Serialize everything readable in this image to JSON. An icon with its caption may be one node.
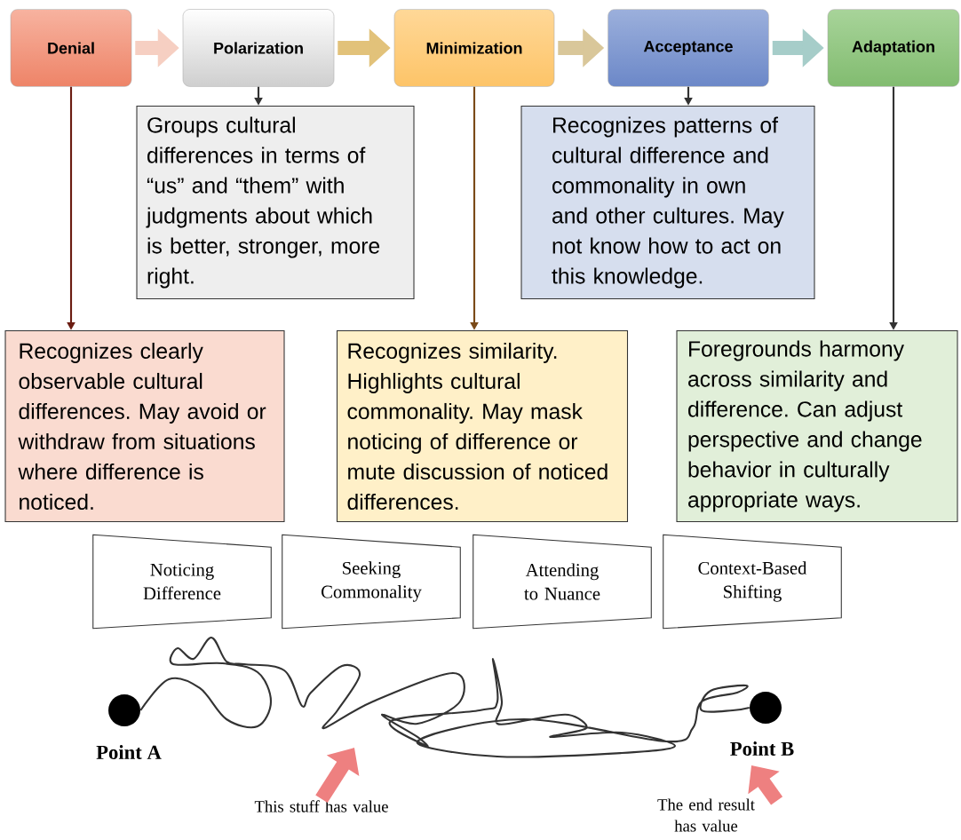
{
  "diagram": {
    "nodes": [
      {
        "text": [
          "Denial"
        ]
      },
      {
        "text": [
          "Polarization"
        ]
      },
      {
        "text": [
          "Minimization"
        ]
      },
      {
        "text": [
          "Acceptance"
        ]
      },
      {
        "text": [
          "Adaptation"
        ]
      },
      {
        "text": [
          "Groups cultural differences in terms of “us” and “them” with judgments about which is better, stronger, more right."
        ]
      },
      {
        "text": [
          "Recognizes patterns of cultural difference and commonality in own and other cultures. May not know how to act on this knowledge."
        ]
      },
      {
        "text": [
          "Recognizes clearly observable cultural differences. May avoid or withdraw from situations where difference is noticed."
        ]
      },
      {
        "text": [
          "Recognizes similarity. Highlights cultural commonality. May mask noticing of difference or mute discussion of noticed differences."
        ]
      },
      {
        "text": [
          "Foregrounds harmony across similarity and difference. Can adjust perspective and change behavior in culturally appropriate ways."
        ]
      },
      {
        "text": [
          "Noticing Difference"
        ]
      },
      {
        "text": [
          "Seeking Commonality"
        ]
      },
      {
        "text": [
          "Attending to Nuance"
        ]
      },
      {
        "text": [
          "Context-Based Shifting"
        ]
      },
      {
        "text": [],
        "shape": "circle",
        "beside": [
          "Point A"
        ]
      },
      {
        "text": [],
        "shape": "circle",
        "beside": [
          "Point B"
        ]
      },
      {
        "text": [
          "This stuff has value"
        ]
      },
      {
        "text": [
          "The end result has value"
        ]
      }
    ],
    "edges": [
      {
        "from": 0,
        "to": 1,
        "arrow": "to",
        "style": "thick",
        "color": "#f6cfc2"
      },
      {
        "from": 1,
        "to": 2,
        "arrow": "to",
        "style": "thick",
        "color": "#e2c27a"
      },
      {
        "from": 2,
        "to": 3,
        "arrow": "to",
        "style": "thick",
        "color": "#d9c79a"
      },
      {
        "from": 3,
        "to": 4,
        "arrow": "to",
        "style": "thick",
        "color": "#a6cdc9"
      },
      {
        "from": 0,
        "to": 7,
        "arrow": "to",
        "color": "#6b1d12"
      },
      {
        "from": 1,
        "to": 5,
        "arrow": "to"
      },
      {
        "from": 2,
        "to": 8,
        "arrow": "to",
        "color": "#7a4a18"
      },
      {
        "from": 3,
        "to": 6,
        "arrow": "to"
      },
      {
        "from": 4,
        "to": 9,
        "arrow": "to"
      },
      {
        "from": 14,
        "to": 15,
        "arrow": "none"
      },
      {
        "from": 16,
        "to": null,
        "arrow": "to",
        "style": "thick",
        "color": "#ee8080"
      },
      {
        "from": 17,
        "to": null,
        "arrow": "to",
        "style": "thick",
        "color": "#ee8080"
      }
    ]
  }
}
